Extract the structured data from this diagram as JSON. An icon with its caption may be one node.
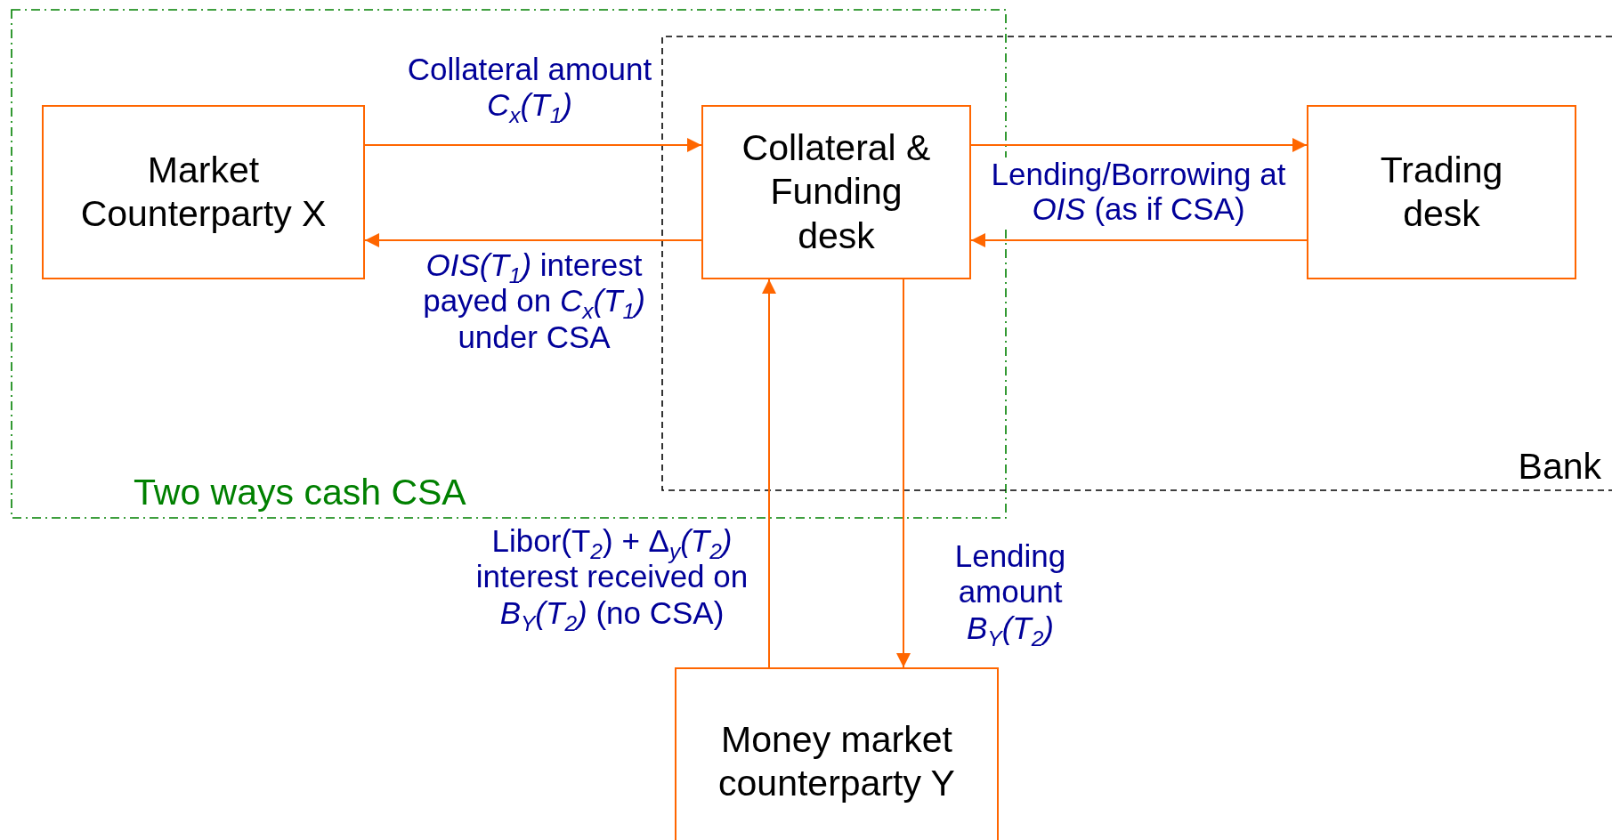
{
  "diagram": {
    "nodes": [
      {
        "text": [
          "Two ways cash CSA"
        ]
      },
      {
        "text": [
          "Bank"
        ]
      },
      {
        "text": [
          "Market Counterparty X"
        ],
        "in": 0
      },
      {
        "text": [
          "Collateral & Funding desk"
        ]
      },
      {
        "text": [
          "Trading desk"
        ],
        "in": 1
      },
      {
        "text": [
          "Money market counterparty Y"
        ]
      }
    ],
    "edges": [
      {
        "from": 2,
        "to": 3,
        "arrow": "to",
        "label": "Collateral amount *C*$_{x}$*(T*$_{1}$*)*"
      },
      {
        "from": 3,
        "to": 2,
        "arrow": "to",
        "label": "*OIS(T*$_{1}$*)* interest payed on *C*$_{x}$*(T*$_{1}$*)* under CSA"
      },
      {
        "from": 3,
        "to": 4,
        "arrow": "to",
        "label": "Lending/Borrowing at *OIS* (as if CSA)"
      },
      {
        "from": 4,
        "to": 3,
        "arrow": "to"
      },
      {
        "from": 5,
        "to": 3,
        "arrow": "to",
        "label": "Libor(T$_{2}$) + Δ$_{y}$*(T*$_{2}$*)* interest received on *B*$_{Y}$*(T*$_{2}$*)* (no CSA)"
      },
      {
        "from": 3,
        "to": 5,
        "arrow": "to",
        "label": "Lending amount *B*$_{Y}$*(T*$_{2}$*)*"
      }
    ]
  }
}
